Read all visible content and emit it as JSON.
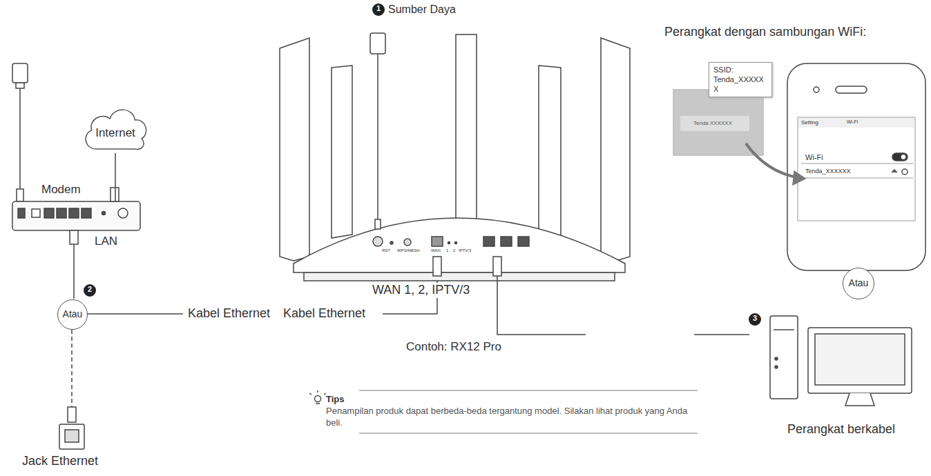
{
  "diagram": {
    "nodes": [
      {
        "text": [
          "Internet"
        ]
      },
      {
        "text": [
          "Modem"
        ]
      },
      {
        "text": [
          "Atau"
        ]
      },
      {
        "text": [
          "SSID: Tenda_XXXXXX"
        ]
      },
      {
        "text": [
          "Atau"
        ]
      }
    ],
    "edges": [
      {
        "from": 0,
        "to": 1,
        "arrow": "none"
      }
    ],
    "labels": [
      "1",
      "Sumber Daya",
      "LAN",
      "2",
      "Kabel Ethernet",
      "Kabel Ethernet",
      "WAN 1, 2, IPTV/3",
      "Contoh: RX12 Pro",
      "Perangkat dengan sambungan WiFi:",
      "Tenda XXXXXX",
      "Setting",
      "Wi-Fi",
      "Wi-Fi",
      "Tenda_XXXXXX",
      "3",
      "Perangkat berkabel",
      "Jack Ethernet",
      "Tips",
      "Penampilan produk dapat berbeda-beda tergantung model. Silakan lihat produk yang Anda beli.",
      "RST",
      "WPS/MESH",
      "WAN",
      "1",
      "2",
      "IPTV/3"
    ]
  }
}
